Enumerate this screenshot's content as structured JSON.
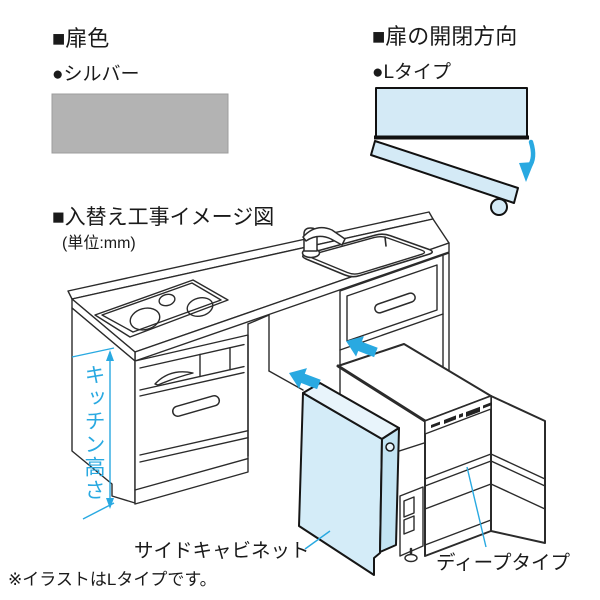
{
  "page": {
    "background": "#ffffff"
  },
  "colors": {
    "accent_blue": "#29a9e1",
    "light_blue_fill": "#d4eaf6",
    "cabinet_face_fill": "#d4ecf8",
    "cabinet_top_fill": "#e8f4fb",
    "cabinet_side_fill": "#c3e4f3",
    "swatch_gray": "#b3b3b3",
    "line_color": "#2b2b2b",
    "text_black": "#1a1a1a"
  },
  "door_color": {
    "heading": "■扉色",
    "value": "●シルバー"
  },
  "door_direction": {
    "heading": "■扉の開閉方向",
    "value": "●Lタイプ"
  },
  "install_diagram": {
    "heading": "■入替え工事イメージ図",
    "unit": "(単位:mm)",
    "labels": {
      "kitchen_height": "キッチン高さ",
      "side_cabinet": "サイドキャビネット",
      "deep_type": "ディープタイプ"
    }
  },
  "footnote": "※イラストはLタイプです。"
}
